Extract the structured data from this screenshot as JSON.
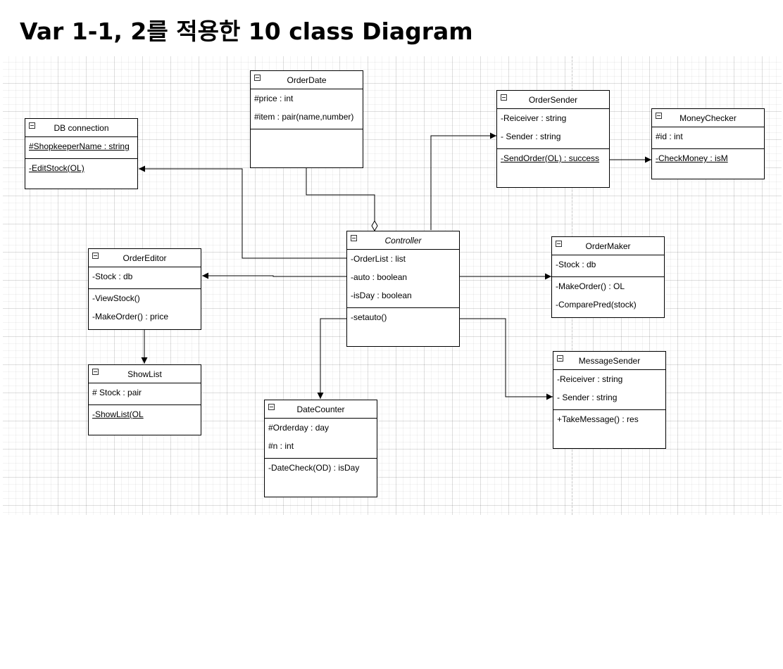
{
  "page": {
    "title": "Var 1-1, 2를 적용한 10 class Diagram"
  },
  "classes": {
    "orderdate": {
      "name": "OrderDate",
      "attrs": [
        "#price : int",
        "#item : pair(name,number)"
      ],
      "ops": []
    },
    "ordersender": {
      "name": "OrderSender",
      "attrs": [
        "-Reiceiver : string",
        "- Sender : string"
      ],
      "ops": [
        "-SendOrder(OL) : success"
      ]
    },
    "moneychecker": {
      "name": "MoneyChecker",
      "attrs": [
        "#id : int"
      ],
      "ops": [
        "-CheckMoney : isM"
      ]
    },
    "dbconnection": {
      "name": "DB connection",
      "attrs": [
        "#ShopkeeperName : string"
      ],
      "ops": [
        "-EditStock(OL)"
      ]
    },
    "controller": {
      "name": "Controller",
      "attrs": [
        "-OrderList : list",
        "-auto : boolean",
        "-isDay : boolean"
      ],
      "ops": [
        "-setauto()"
      ]
    },
    "ordermaker": {
      "name": "OrderMaker",
      "attrs": [
        "-Stock : db"
      ],
      "ops": [
        "-MakeOrder() : OL",
        "-ComparePred(stock)"
      ]
    },
    "ordereditor": {
      "name": "OrderEditor",
      "attrs": [
        "-Stock : db"
      ],
      "ops": [
        "-ViewStock()",
        "-MakeOrder() : price"
      ]
    },
    "showlist": {
      "name": "ShowList",
      "attrs": [
        "# Stock : pair"
      ],
      "ops": [
        "-ShowList(OL"
      ]
    },
    "datecounter": {
      "name": "DateCounter",
      "attrs": [
        "#Orderday : day",
        "#n : int"
      ],
      "ops": [
        "-DateCheck(OD) : isDay"
      ]
    },
    "messagesender": {
      "name": "MessageSender",
      "attrs": [
        "-Reiceiver : string",
        "- Sender : string"
      ],
      "ops": [
        "+TakeMessage() : res"
      ]
    }
  },
  "colors": {
    "stroke": "#000000",
    "background": "#ffffff",
    "grid": "#e6e6e6"
  },
  "icons": {
    "collapse": "collapse-toggle-icon"
  }
}
